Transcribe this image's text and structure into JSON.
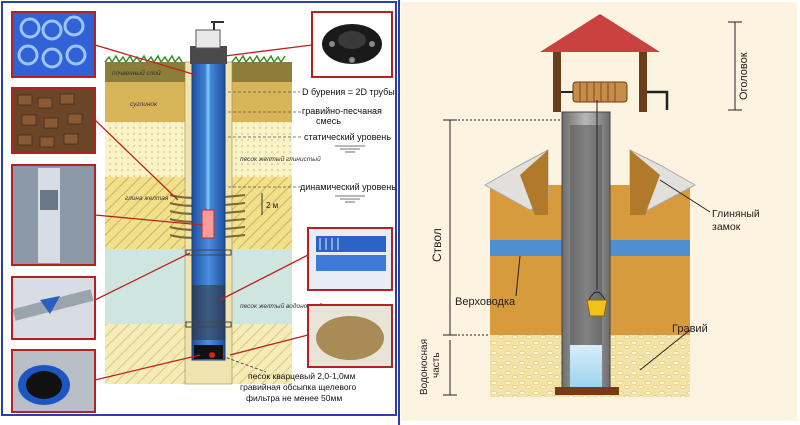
{
  "left": {
    "layers": {
      "topsoil": "почвенный слой",
      "loam": "суглинок",
      "sand_clay": "песок желтый глинистый",
      "clay": "глина желтая",
      "sand_water": "песок желтый водоносный"
    },
    "callouts": {
      "drill_diameter": "D бурения = 2D трубы",
      "gravel_mix_1": "гравийно-песчаная",
      "gravel_mix_2": "смесь",
      "static_level": "статический уровень",
      "dynamic_level": "динамический уровень",
      "depth_2m": "2 м",
      "quartz_sand": "песок кварцевый 2,0-1,0мм",
      "backfill_1": "гравийная обсыпка щелевого",
      "backfill_2": "фильтра не менее 50мм"
    }
  },
  "right": {
    "labels": {
      "head": "Оголовок",
      "shaft": "Ствол",
      "water_part_1": "Водоносная",
      "water_part_2": "часть",
      "clay_lock_1": "Глиняный",
      "clay_lock_2": "замок",
      "perched_water": "Верховодка",
      "gravel": "Гравий"
    }
  },
  "colors": {
    "frame_blue": "#2b3fa8",
    "pipe_blue": "#2f6cc4",
    "right_bg": "#fdf3e1",
    "roof_red": "#c9423f",
    "soil_ochre": "#d79a3c",
    "water_blue": "#4d8fd1",
    "gravel_cream": "#f4e3a4"
  }
}
